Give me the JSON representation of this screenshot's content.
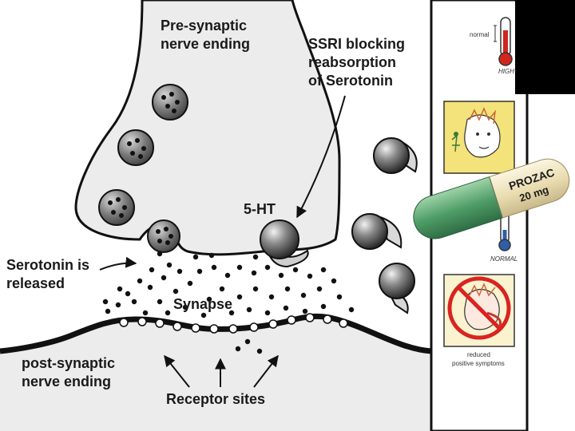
{
  "diagram": {
    "labels": {
      "presynaptic_line1": "Pre-synaptic",
      "presynaptic_line2": "nerve ending",
      "ssri_line1": "SSRI blocking",
      "ssri_line2": "reabsorption",
      "ssri_line3": "of Serotonin",
      "five_ht": "5-HT",
      "serotonin_line1": "Serotonin is",
      "serotonin_line2": "released",
      "synapse": "Synapse",
      "postsynaptic_line1": "post-synaptic",
      "postsynaptic_line2": "nerve ending",
      "receptor_sites": "Receptor sites"
    }
  },
  "side_panel": {
    "thermo_normal_label": "normal",
    "thermo_high_label": "HIGH",
    "thermo_normal_bottom": "NORMAL",
    "reduced_line1": "reduced",
    "reduced_line2": "positive symptoms"
  },
  "pill": {
    "brand": "PROZAC",
    "dose": "20 mg"
  },
  "colors": {
    "cell_fill": "#ececec",
    "outline": "#111111",
    "vesicle": "#6a6a6a",
    "pill_cream": "#efe6c4",
    "pill_green": "#5aa870",
    "thermometer_red": "#d0261d",
    "thermometer_blue": "#2e5ea8",
    "no_sign_red": "#d9231f",
    "card_yellow": "#f4e27a"
  }
}
